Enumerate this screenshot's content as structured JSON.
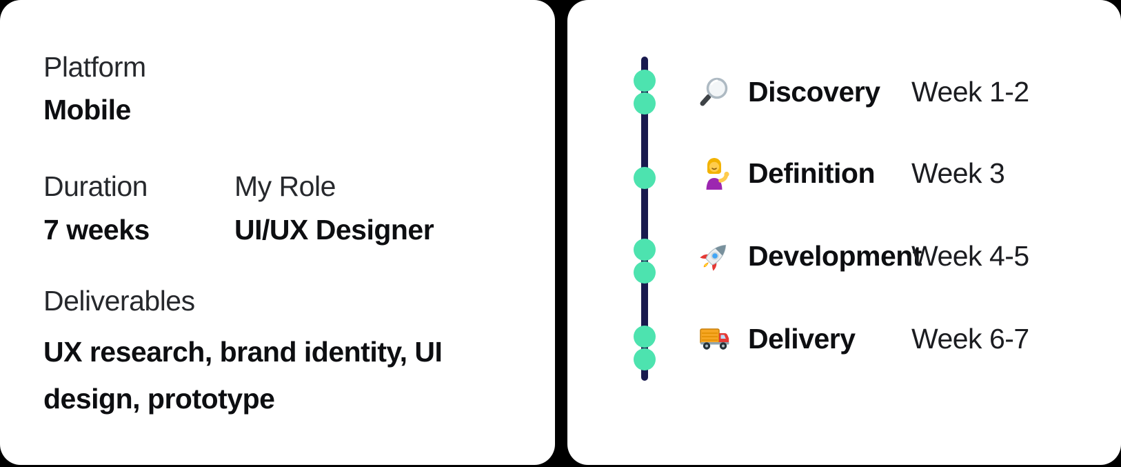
{
  "page": {
    "background_color": "#000000",
    "card_color": "#ffffff"
  },
  "project_info": {
    "platform": {
      "label": "Platform",
      "value": "Mobile"
    },
    "duration": {
      "label": "Duration",
      "value": "7 weeks"
    },
    "role": {
      "label": "My Role",
      "value": "UI/UX Designer"
    },
    "deliverables": {
      "label": "Deliverables",
      "value": "UX research, brand identity, UI design, prototype",
      "value_line1": "UX research, brand identity, UI",
      "value_line2": "design, prototype"
    }
  },
  "timeline": {
    "phases": [
      {
        "emoji": "🔍",
        "icon": "magnifying-glass-icon",
        "label": "Discovery",
        "weeks": "Week 1-2",
        "dot_count": 2
      },
      {
        "emoji": "💁‍♀️",
        "icon": "woman-tipping-hand-icon",
        "label": "Definition",
        "weeks": "Week 3",
        "dot_count": 1
      },
      {
        "emoji": "🚀",
        "icon": "rocket-icon",
        "label": "Development",
        "weeks": "Week 4-5",
        "dot_count": 2
      },
      {
        "emoji": "🚚",
        "icon": "delivery-truck-icon",
        "label": "Delivery",
        "weeks": "Week 6-7",
        "dot_count": 2
      }
    ],
    "colors": {
      "dot": "#4de3af",
      "line": "#191a4e"
    }
  }
}
